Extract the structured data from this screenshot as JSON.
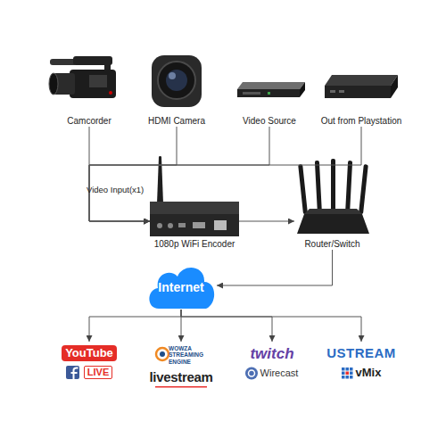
{
  "diagram": {
    "nodes": [
      {
        "text": [
          "Camcorder"
        ]
      },
      {
        "text": [
          "HDMI Camera"
        ]
      },
      {
        "text": [
          "Video Source"
        ]
      },
      {
        "text": [
          "Out from Playstation"
        ]
      },
      {
        "text": [
          "1080p WiFi Encoder"
        ]
      },
      {
        "text": [
          "Router/Switch"
        ]
      },
      {
        "text": [
          "Internet"
        ]
      },
      {
        "text": [
          "YouTube",
          "LIVE"
        ]
      },
      {
        "text": [
          "WOWZA STREAMING ENGINE",
          "livestream"
        ]
      },
      {
        "text": [
          "twitch",
          "Wirecast"
        ]
      },
      {
        "text": [
          "USTREAM",
          "vMix"
        ]
      }
    ],
    "edges": [
      {
        "from": 0,
        "to": 4,
        "arrow": "to",
        "label": "Video Input(x1)"
      },
      {
        "from": 1,
        "to": 4,
        "arrow": "to"
      },
      {
        "from": 2,
        "to": 4,
        "arrow": "to"
      },
      {
        "from": 3,
        "to": 4,
        "arrow": "to"
      },
      {
        "from": 4,
        "to": 5,
        "arrow": "to"
      },
      {
        "from": 5,
        "to": 6,
        "arrow": "to"
      },
      {
        "from": 6,
        "to": 7,
        "arrow": "to"
      },
      {
        "from": 6,
        "to": 8,
        "arrow": "to"
      },
      {
        "from": 6,
        "to": 9,
        "arrow": "to"
      },
      {
        "from": 6,
        "to": 10,
        "arrow": "to"
      }
    ]
  }
}
